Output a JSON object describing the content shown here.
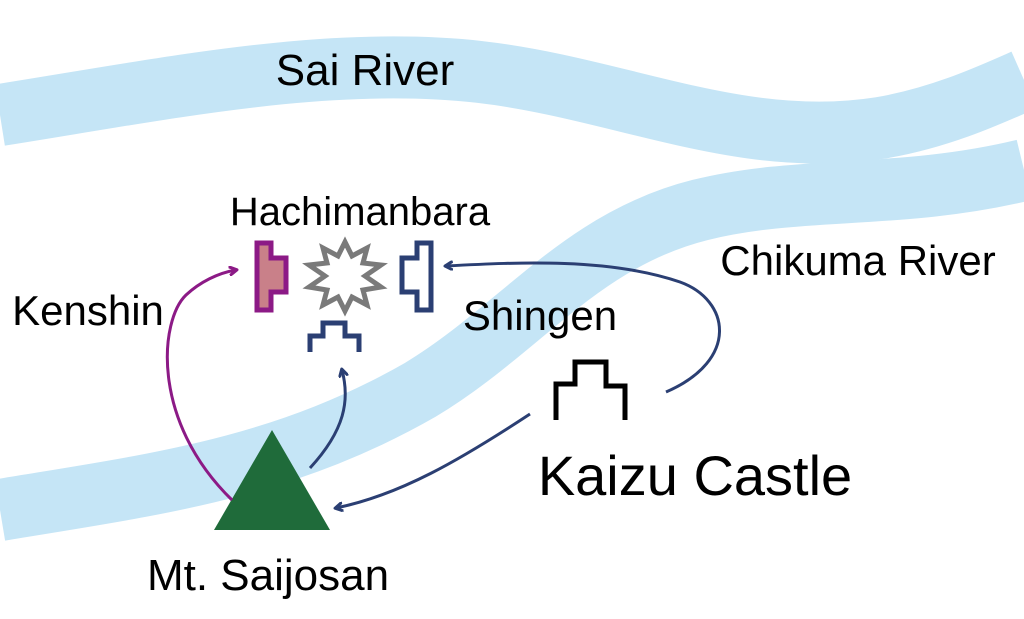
{
  "map": {
    "labels": {
      "sai_river": "Sai River",
      "chikuma_river": "Chikuma River",
      "hachimanbara": "Hachimanbara",
      "kenshin": "Kenshin",
      "shingen": "Shingen",
      "kaizu_castle": "Kaizu Castle",
      "mt_saijosan": "Mt. Saijosan"
    },
    "colors": {
      "river": "#c5e5f6",
      "kenshin": "#8c1a86",
      "kenshin_fill": "#c98089",
      "shingen": "#2b3f73",
      "mountain": "#1f6b3a",
      "clash": "#7a7a7a",
      "castle": "#000000"
    },
    "icons": [
      "mountain-icon",
      "castle-icon",
      "kenshin-army-icon",
      "shingen-army-icon",
      "battle-clash-icon"
    ]
  }
}
